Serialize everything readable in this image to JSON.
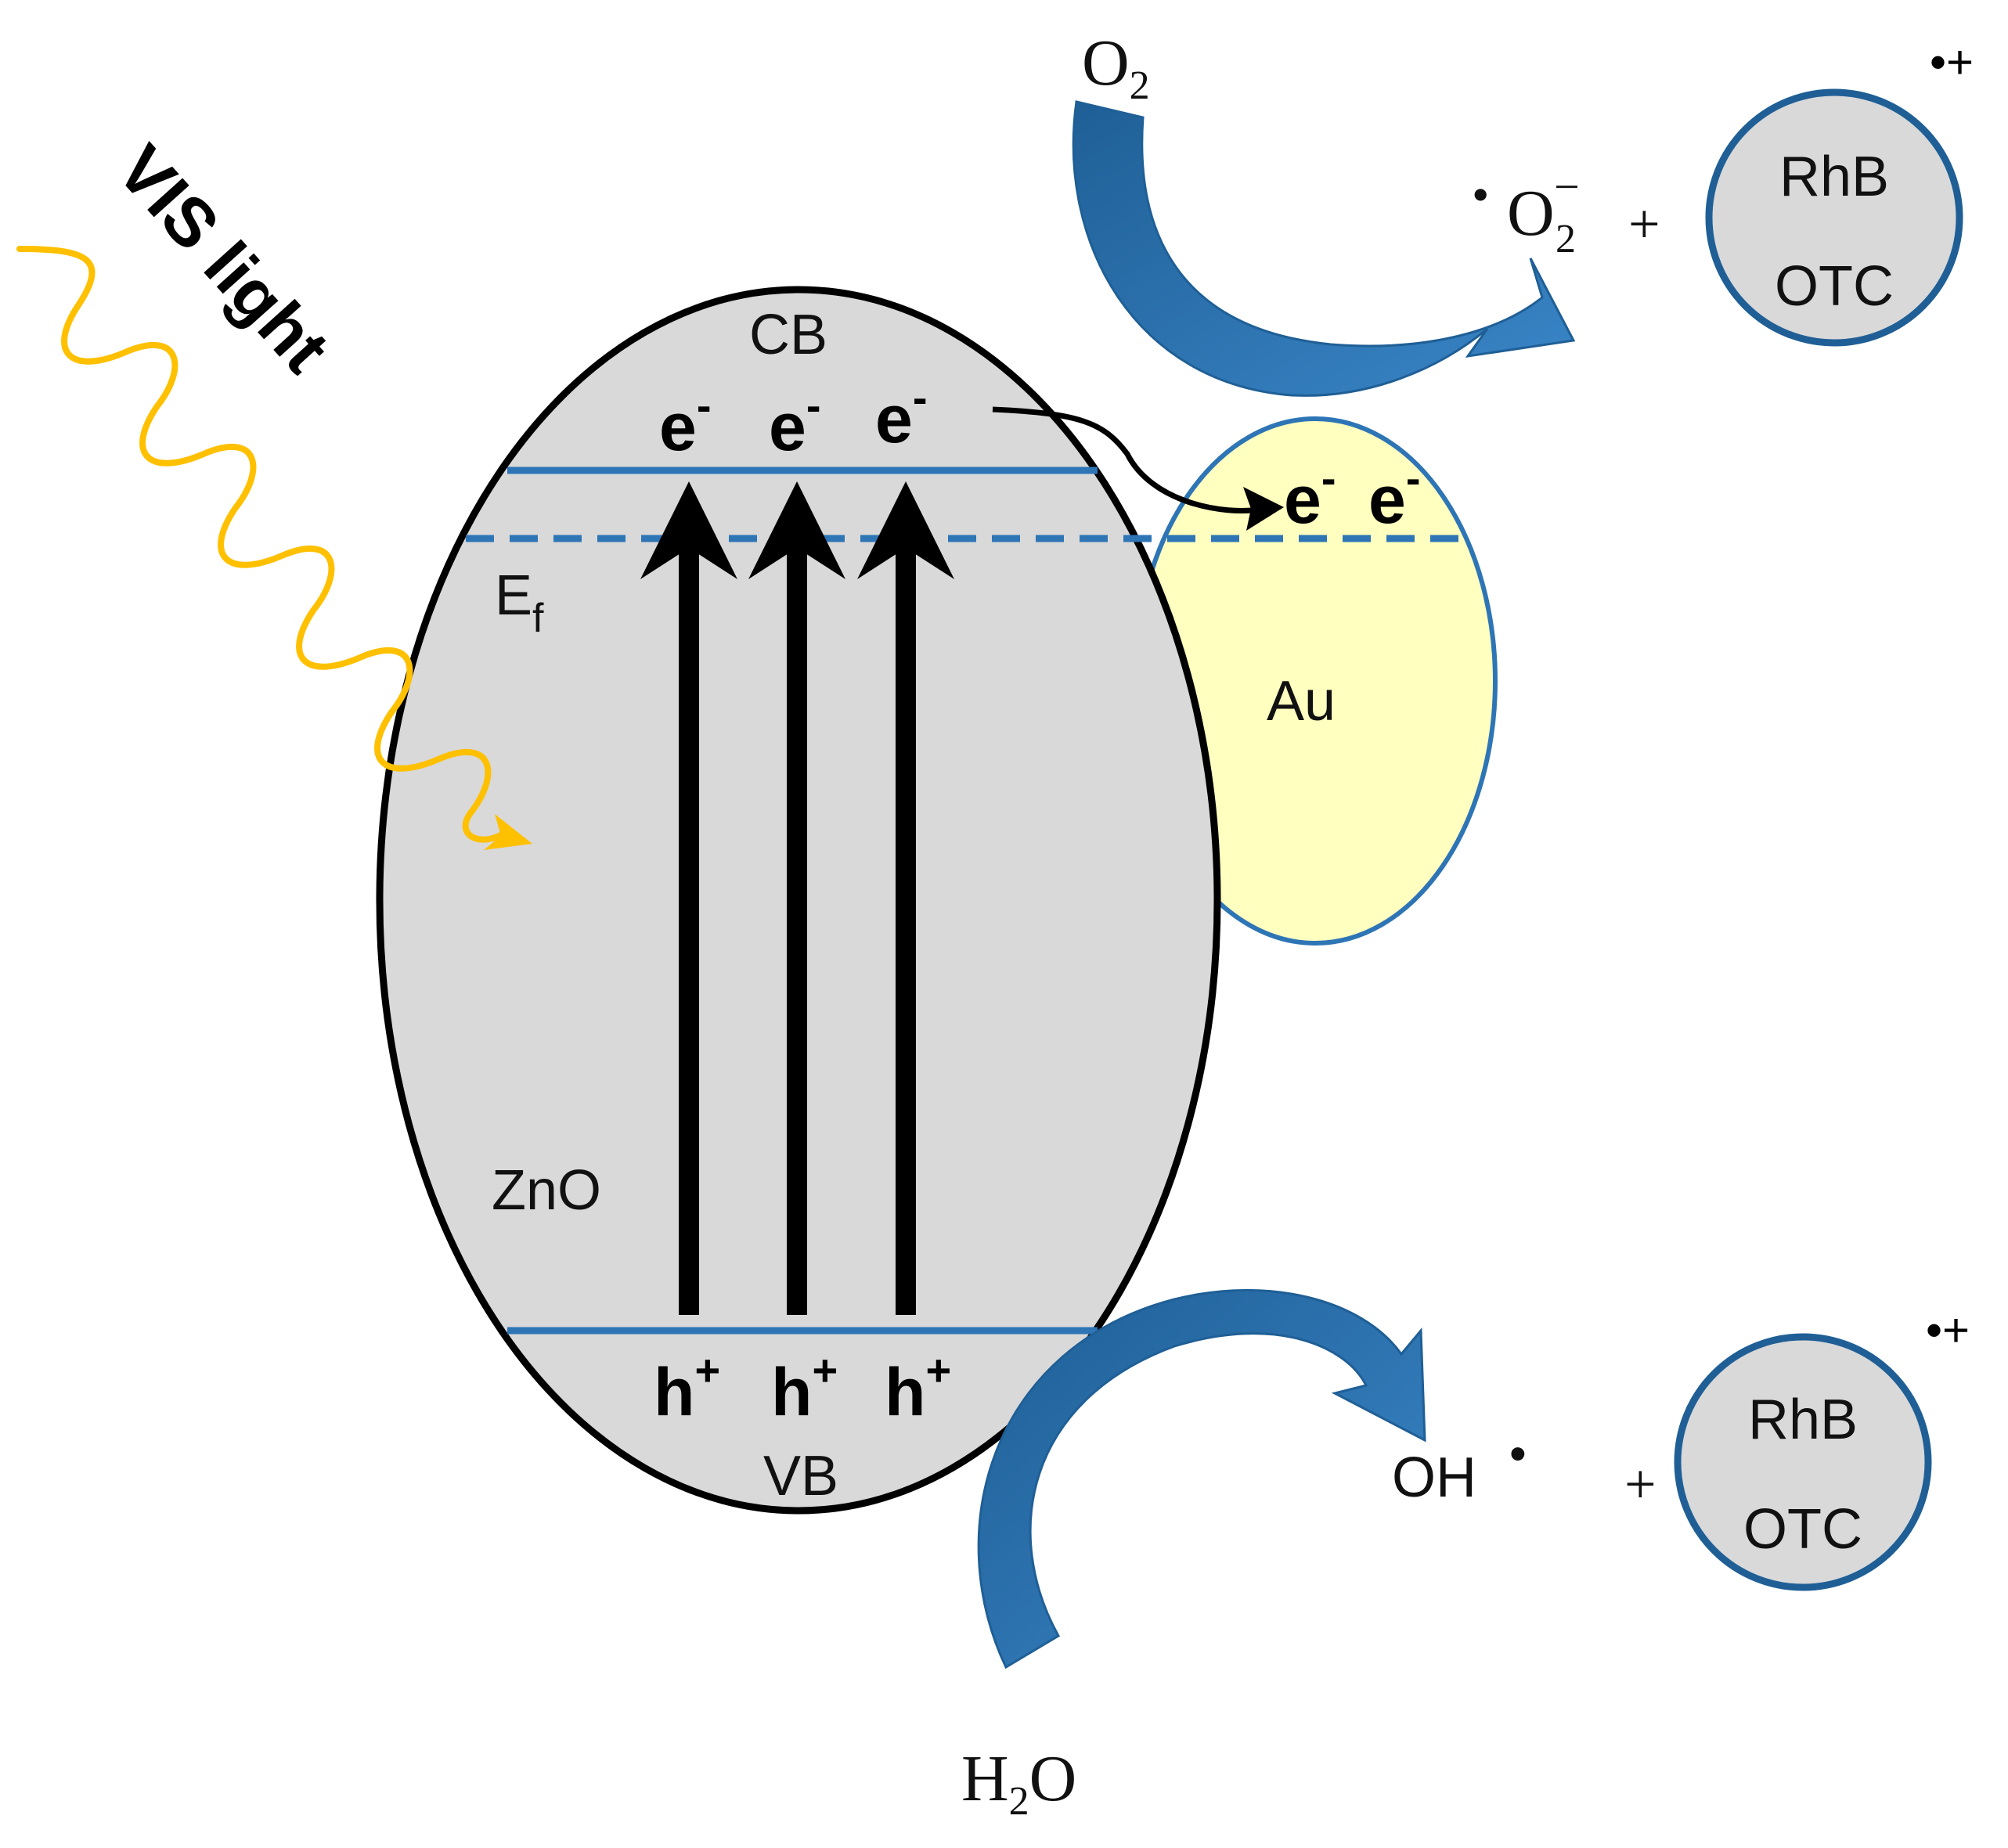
{
  "diagram": {
    "light": {
      "label": "VIS light"
    },
    "zno": {
      "cb_label": "CB",
      "vb_label": "VB",
      "fermi_base": "E",
      "fermi_sub": "f",
      "name": "ZnO",
      "electron_base": "e",
      "electron_sup": "-",
      "hole_base": "h",
      "hole_sup": "+"
    },
    "au": {
      "name": "Au",
      "electron_base": "e",
      "electron_sup": "-"
    },
    "top_reaction": {
      "reactant_base": "O",
      "reactant_sub": "2",
      "product_dot": "•",
      "product_base": "O",
      "product_sup": "−",
      "product_sub": "2",
      "plus": "+",
      "pollutant_line1": "RhB",
      "pollutant_line2": "OTC",
      "radical_mark": "•+"
    },
    "bottom_reaction": {
      "reactant_base": "H",
      "reactant_sub": "2",
      "reactant_tail": "O",
      "product": "OH",
      "product_dot": "•",
      "plus": "+",
      "pollutant_line1": "RhB",
      "pollutant_line2": "OTC",
      "radical_mark": "•+"
    },
    "colors": {
      "zno_fill": "#d9d9d9",
      "au_fill": "#ffffbf",
      "band_line": "#2e75b6",
      "curved_arrow": "#2e75b6",
      "light_wave": "#ffc000",
      "outline": "#000000"
    }
  }
}
